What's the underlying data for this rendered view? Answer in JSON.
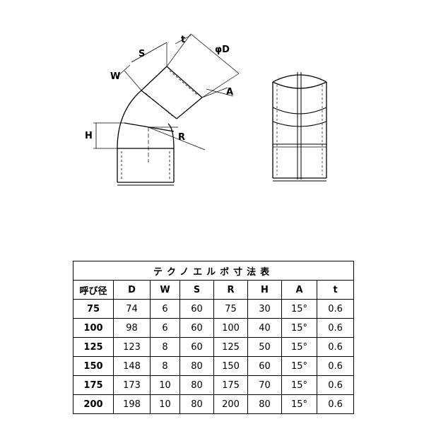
{
  "drawing": {
    "labels": {
      "S": "S",
      "W": "W",
      "t": "t",
      "D": "φD",
      "A": "A",
      "H": "H",
      "R": "R"
    }
  },
  "table": {
    "title": "テクノエルボ寸法表",
    "headers": [
      "呼び径",
      "D",
      "W",
      "S",
      "R",
      "H",
      "A",
      "t"
    ],
    "rows": [
      [
        "75",
        "74",
        "6",
        "60",
        "75",
        "30",
        "15°",
        "0.6"
      ],
      [
        "100",
        "98",
        "6",
        "60",
        "100",
        "40",
        "15°",
        "0.6"
      ],
      [
        "125",
        "123",
        "8",
        "60",
        "125",
        "50",
        "15°",
        "0.6"
      ],
      [
        "150",
        "148",
        "8",
        "80",
        "150",
        "60",
        "15°",
        "0.6"
      ],
      [
        "175",
        "173",
        "10",
        "80",
        "175",
        "70",
        "15°",
        "0.6"
      ],
      [
        "200",
        "198",
        "10",
        "80",
        "200",
        "80",
        "15°",
        "0.6"
      ]
    ]
  }
}
